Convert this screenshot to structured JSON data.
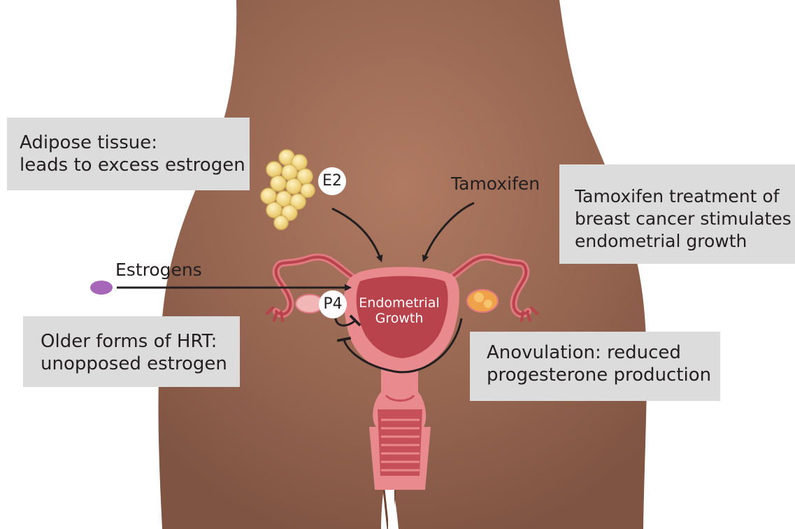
{
  "boxes": {
    "adipose": {
      "line1": "Adipose tissue:",
      "line2": "leads to excess estrogen"
    },
    "tamoxifen": {
      "line1": "Tamoxifen treatment of",
      "line2": "breast cancer stimulates",
      "line3": "endometrial growth"
    },
    "hrt": {
      "line1": "Older forms of HRT:",
      "line2": "unopposed estrogen"
    },
    "anovulation": {
      "line1": "Anovulation: reduced",
      "line2": "progesterone production"
    }
  },
  "labels": {
    "e2": "E2",
    "p4": "P4",
    "tamoxifen": "Tamoxifen",
    "estrogens": "Estrogens",
    "endometrial_line1": "Endometrial",
    "endometrial_line2": "Growth"
  },
  "colors": {
    "skin": "#8f5f49",
    "uterus": "#b8434c",
    "uterus_outer": "#e98a8f",
    "fat": "#f3d98a",
    "estrogen_pill": "#a667b8",
    "label_box": "#dcdcdd",
    "arrow": "#231f20"
  }
}
